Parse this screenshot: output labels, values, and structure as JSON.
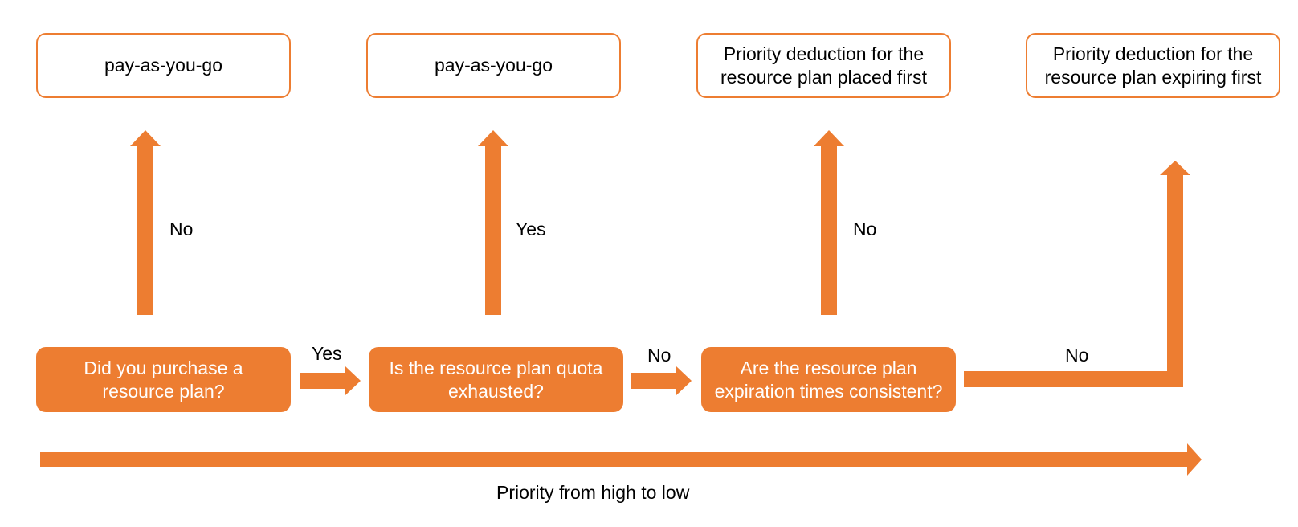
{
  "colors": {
    "accent": "#ed7d31",
    "text": "#000000",
    "decision_text": "#ffffff"
  },
  "outcomes": [
    {
      "text": "pay-as-you-go"
    },
    {
      "text": "pay-as-you-go"
    },
    {
      "text": "Priority deduction for the\nresource plan placed first"
    },
    {
      "text": "Priority deduction for the\nresource plan expiring first"
    }
  ],
  "decisions": [
    {
      "text": "Did you purchase a\nresource plan?"
    },
    {
      "text": "Is the resource plan quota\nexhausted?"
    },
    {
      "text": "Are the resource plan\nexpiration times consistent?"
    }
  ],
  "edge_labels": {
    "d1_up": "No",
    "d2_up": "Yes",
    "d3_up": "No",
    "d1_to_d2": "Yes",
    "d2_to_d3": "No",
    "d3_to_end": "No"
  },
  "priority_label": "Priority from high to low"
}
